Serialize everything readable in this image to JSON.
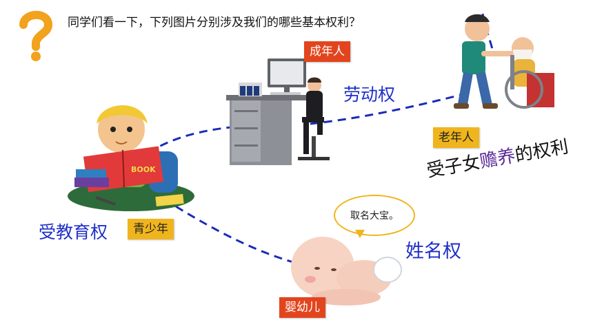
{
  "question_text": "同学们看一下，下列图片分别涉及我们的哪些基本权利？",
  "tags": {
    "adult": "成年人",
    "elderly": "老年人",
    "youth": "青少年",
    "infant": "婴幼儿"
  },
  "rights": {
    "labor": "劳动权",
    "support_prefix": "受子女",
    "support_emph": "赡养",
    "support_suffix": "的权利",
    "education": "受教育权",
    "name": "姓名权"
  },
  "speech_bubble": "取名大宝。",
  "book_title": "BOOK",
  "colors": {
    "red_tag": "#e2451e",
    "yellow_tag": "#f0b51c",
    "blue_text": "#1f2fc7",
    "dash_line": "#1a2bb8",
    "emph_text": "#5a2a9a"
  },
  "icons": [
    "question-mark-icon",
    "boy-reading-image",
    "office-worker-image",
    "elderly-care-image",
    "baby-image"
  ]
}
